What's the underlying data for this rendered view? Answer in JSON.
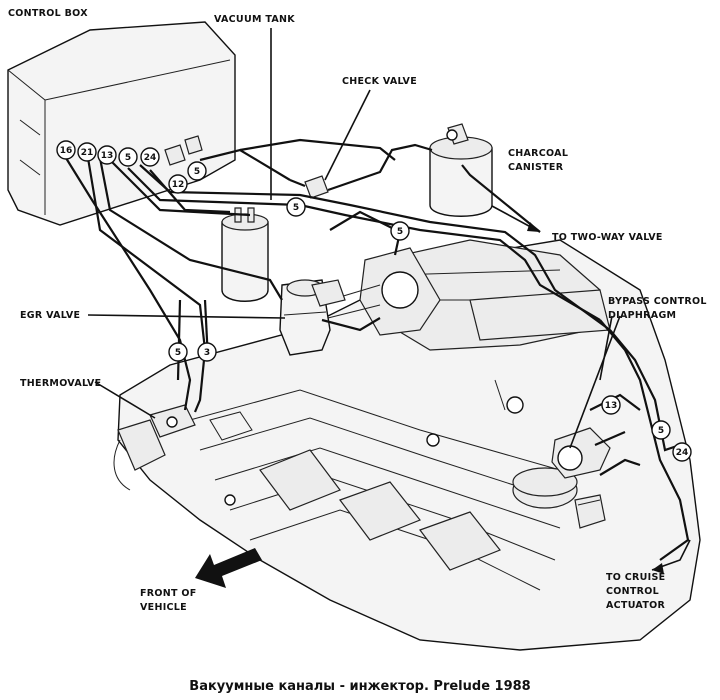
{
  "labels": {
    "control_box": "CONTROL BOX",
    "vacuum_tank": "VACUUM TANK",
    "check_valve": "CHECK VALVE",
    "charcoal_canister_1": "CHARCOAL",
    "charcoal_canister_2": "CANISTER",
    "two_way_valve": "TO TWO-WAY VALVE",
    "egr_valve": "EGR VALVE",
    "bypass_1": "BYPASS CONTROL",
    "bypass_2": "DIAPHRAGM",
    "thermovalve": "THERMOVALVE",
    "front_1": "FRONT OF",
    "front_2": "VEHICLE",
    "cruise_1": "TO CRUISE",
    "cruise_2": "CONTROL",
    "cruise_3": "ACTUATOR"
  },
  "hose_numbers": {
    "cb_16": "16",
    "cb_21": "21",
    "cb_13": "13",
    "cb_5": "5",
    "cb_24": "24",
    "cb_12": "12",
    "cb_5b": "5",
    "mid_5a": "5",
    "mid_5b": "5",
    "left_5": "5",
    "left_3": "3",
    "right_13": "13",
    "right_5": "5",
    "right_24": "24"
  },
  "caption": "Вакуумные каналы - инжектор. Prelude 1988"
}
